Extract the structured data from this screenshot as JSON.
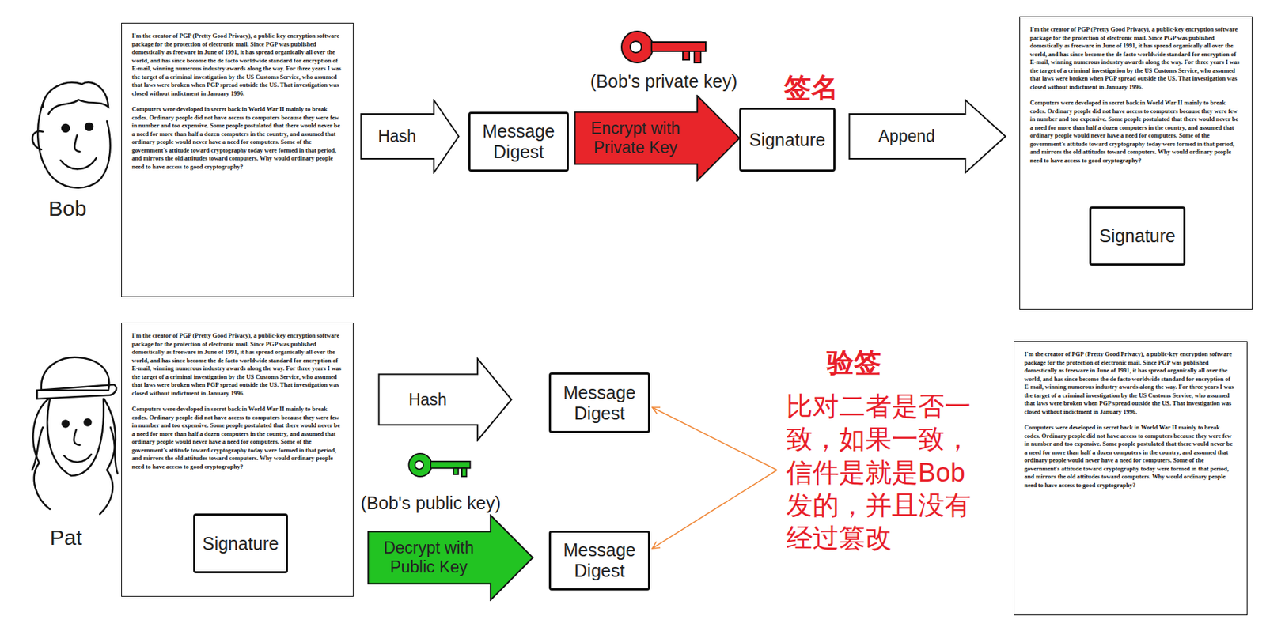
{
  "diagram": {
    "nodes": [
      {
        "text": [
          "I'm the creator of PGP (Pretty Good Privacy), a public-key encryption software package for the protection of electronic mail. Since PGP was published domestically as freeware in June of 1991, it has spread organically all over the world, and has since become the de facto worldwide standard for encryption of E-mail, winning numerous industry awards along the way. For three years I was the target of a criminal investigation by the US Customs Service, who assumed that laws were broken when PGP spread outside the US. That investigation was closed without indictment in January 1996.",
          "Computers were developed in secret back in World War II mainly to break codes. Ordinary people did not have access to computers because they were few in number and too expensive. Some people postulated that there would never be a need for more than half a dozen computers in the country, and assumed that ordinary people would never have a need for computers. Some of the government's attitude toward cryptography today were formed in that period, and mirrors the old attitudes toward computers. Why would ordinary people need to have access to good cryptography?"
        ]
      },
      {
        "text": [
          "Hash"
        ]
      },
      {
        "text": [
          "Message Digest"
        ]
      },
      {
        "text": [
          "Encrypt with Private Key"
        ]
      },
      {
        "text": [
          "Signature"
        ]
      },
      {
        "text": [
          "Append"
        ]
      },
      {
        "text": [
          "I'm the creator of PGP (Pretty Good Privacy), a public-key encryption software package for the protection of electronic mail. Since PGP was published domestically as freeware in June of 1991, it has spread organically all over the world, and has since become the de facto worldwide standard for encryption of E-mail, winning numerous industry awards along the way. For three years I was the target of a criminal investigation by the US Customs Service, who assumed that laws were broken when PGP spread outside the US. That investigation was closed without indictment in January 1996.",
          "Computers were developed in secret back in World War II mainly to break codes. Ordinary people did not have access to computers because they were few in number and too expensive. Some people postulated that there would never be a need for more than half a dozen computers in the country, and assumed that ordinary people would never have a need for computers. Some of the government's attitude toward cryptography today were formed in that period, and mirrors the old attitudes toward computers. Why would ordinary people need to have access to good cryptography?"
        ]
      },
      {
        "text": [
          "Signature"
        ],
        "in": 6
      },
      {
        "text": [
          "I'm the creator of PGP (Pretty Good Privacy), a public-key encryption software package for the protection of electronic mail. Since PGP was published domestically as freeware in June of 1991, it has spread organically all over the world, and has since become the de facto worldwide standard for encryption of E-mail, winning numerous industry awards along the way. For three years I was the target of a criminal investigation by the US Customs Service, who assumed that laws were broken when PGP spread outside the US. That investigation was closed without indictment in January 1996.",
          "Computers were developed in secret back in World War II mainly to break codes. Ordinary people did not have access to computers because they were few in number and too expensive. Some people postulated that there would never be a need for more than half a dozen computers in the country, and assumed that ordinary people would never have a need for computers. Some of the government's attitude toward cryptography today were formed in that period, and mirrors the old attitudes toward computers. Why would ordinary people need to have access to good cryptography?"
        ]
      },
      {
        "text": [
          "Signature"
        ],
        "in": 8
      },
      {
        "text": [
          "Hash"
        ]
      },
      {
        "text": [
          "Message Digest"
        ]
      },
      {
        "text": [
          "Decrypt with Public Key"
        ]
      },
      {
        "text": [
          "Message Digest"
        ]
      },
      {
        "text": [
          "I'm the creator of PGP (Pretty Good Privacy), a public-key encryption software package for the protection of electronic mail. Since PGP was published domestically as freeware in June of 1991, it has spread organically all over the world, and has since become the de facto worldwide standard for encryption of E-mail, winning numerous industry awards along the way. For three years I was the target of a criminal investigation by the US Customs Service, who assumed that laws were broken when PGP spread outside the US. That investigation was closed without indictment in January 1996.",
          "Computers were developed in secret back in World War II mainly to break codes. Ordinary people did not have access to computers because they were few in number and too expensive. Some people postulated that there would never be a need for more than half a dozen computers in the country, and assumed that ordinary people would never have a need for computers. Some of the government's attitude toward cryptography today were formed in that period, and mirrors the old attitudes toward computers. Why would ordinary people need to have access to good cryptography?"
        ]
      }
    ],
    "labels": [
      "Bob",
      "(Bob's private key)",
      "签名",
      "Pat",
      "(Bob's public key)",
      "验签",
      "比对二者是否一致，如果一致，信件是就是Bob发的，并且没有经过篡改"
    ]
  }
}
